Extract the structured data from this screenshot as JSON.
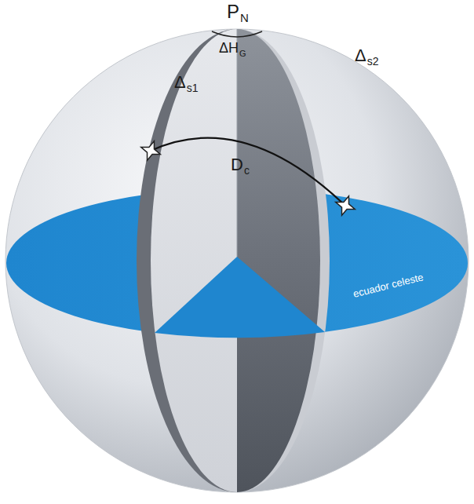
{
  "diagram": {
    "labels": [
      "P",
      "N",
      "ΔH",
      "G",
      "Δ",
      "s1",
      "Δ",
      "s2",
      "D",
      "c",
      "ecuador celeste"
    ]
  }
}
